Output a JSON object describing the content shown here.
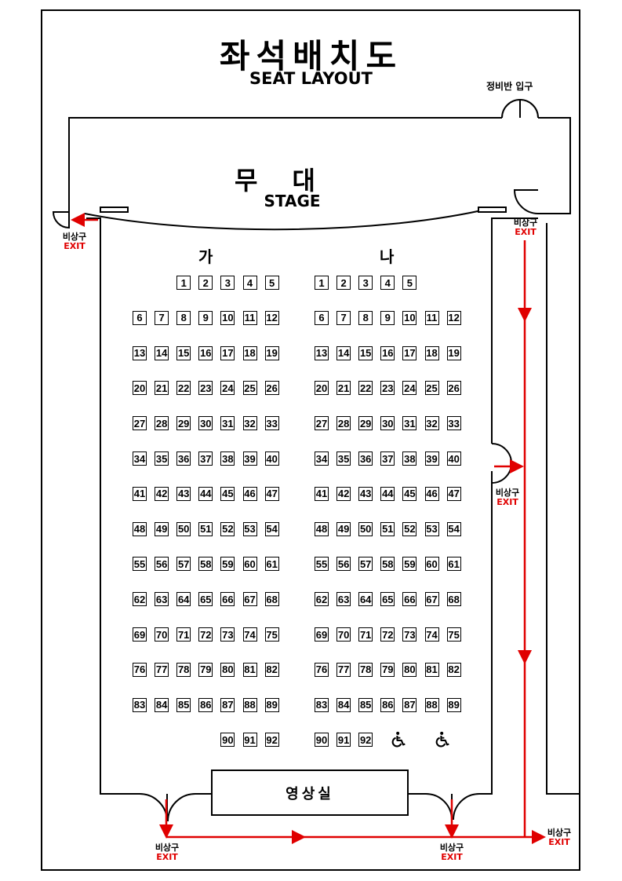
{
  "title": {
    "ko": "좌석배치도",
    "en": "SEAT LAYOUT"
  },
  "stage": {
    "ko": "무대",
    "en": "STAGE"
  },
  "staff_entrance": "정비반 입구",
  "projection_room": "영상실",
  "exit": {
    "ko": "비상구",
    "en": "EXIT"
  },
  "sections": [
    {
      "label": "가",
      "rows": [
        [
          "1",
          "2",
          "3",
          "4",
          "5"
        ],
        [
          "6",
          "7",
          "8",
          "9",
          "10",
          "11",
          "12"
        ],
        [
          "13",
          "14",
          "15",
          "16",
          "17",
          "18",
          "19"
        ],
        [
          "20",
          "21",
          "22",
          "23",
          "24",
          "25",
          "26"
        ],
        [
          "27",
          "28",
          "29",
          "30",
          "31",
          "32",
          "33"
        ],
        [
          "34",
          "35",
          "36",
          "37",
          "38",
          "39",
          "40"
        ],
        [
          "41",
          "42",
          "43",
          "44",
          "45",
          "46",
          "47"
        ],
        [
          "48",
          "49",
          "50",
          "51",
          "52",
          "53",
          "54"
        ],
        [
          "55",
          "56",
          "57",
          "58",
          "59",
          "60",
          "61"
        ],
        [
          "62",
          "63",
          "64",
          "65",
          "66",
          "67",
          "68"
        ],
        [
          "69",
          "70",
          "71",
          "72",
          "73",
          "74",
          "75"
        ],
        [
          "76",
          "77",
          "78",
          "79",
          "80",
          "81",
          "82"
        ],
        [
          "83",
          "84",
          "85",
          "86",
          "87",
          "88",
          "89"
        ],
        [
          "90",
          "91",
          "92"
        ]
      ]
    },
    {
      "label": "나",
      "rows": [
        [
          "1",
          "2",
          "3",
          "4",
          "5"
        ],
        [
          "6",
          "7",
          "8",
          "9",
          "10",
          "11",
          "12"
        ],
        [
          "13",
          "14",
          "15",
          "16",
          "17",
          "18",
          "19"
        ],
        [
          "20",
          "21",
          "22",
          "23",
          "24",
          "25",
          "26"
        ],
        [
          "27",
          "28",
          "29",
          "30",
          "31",
          "32",
          "33"
        ],
        [
          "34",
          "35",
          "36",
          "37",
          "38",
          "39",
          "40"
        ],
        [
          "41",
          "42",
          "43",
          "44",
          "45",
          "46",
          "47"
        ],
        [
          "48",
          "49",
          "50",
          "51",
          "52",
          "53",
          "54"
        ],
        [
          "55",
          "56",
          "57",
          "58",
          "59",
          "60",
          "61"
        ],
        [
          "62",
          "63",
          "64",
          "65",
          "66",
          "67",
          "68"
        ],
        [
          "69",
          "70",
          "71",
          "72",
          "73",
          "74",
          "75"
        ],
        [
          "76",
          "77",
          "78",
          "79",
          "80",
          "81",
          "82"
        ],
        [
          "83",
          "84",
          "85",
          "86",
          "87",
          "88",
          "89"
        ],
        [
          "90",
          "91",
          "92"
        ]
      ]
    }
  ],
  "wheelchair_spaces": 2,
  "icons": {
    "wheelchair": "wheelchair-icon",
    "exit_arrow": "exit-arrow-icon",
    "door": "door-icon"
  },
  "colors": {
    "exit_route": "#e00000",
    "exit_text": "#e00000",
    "walls": "#000000"
  }
}
